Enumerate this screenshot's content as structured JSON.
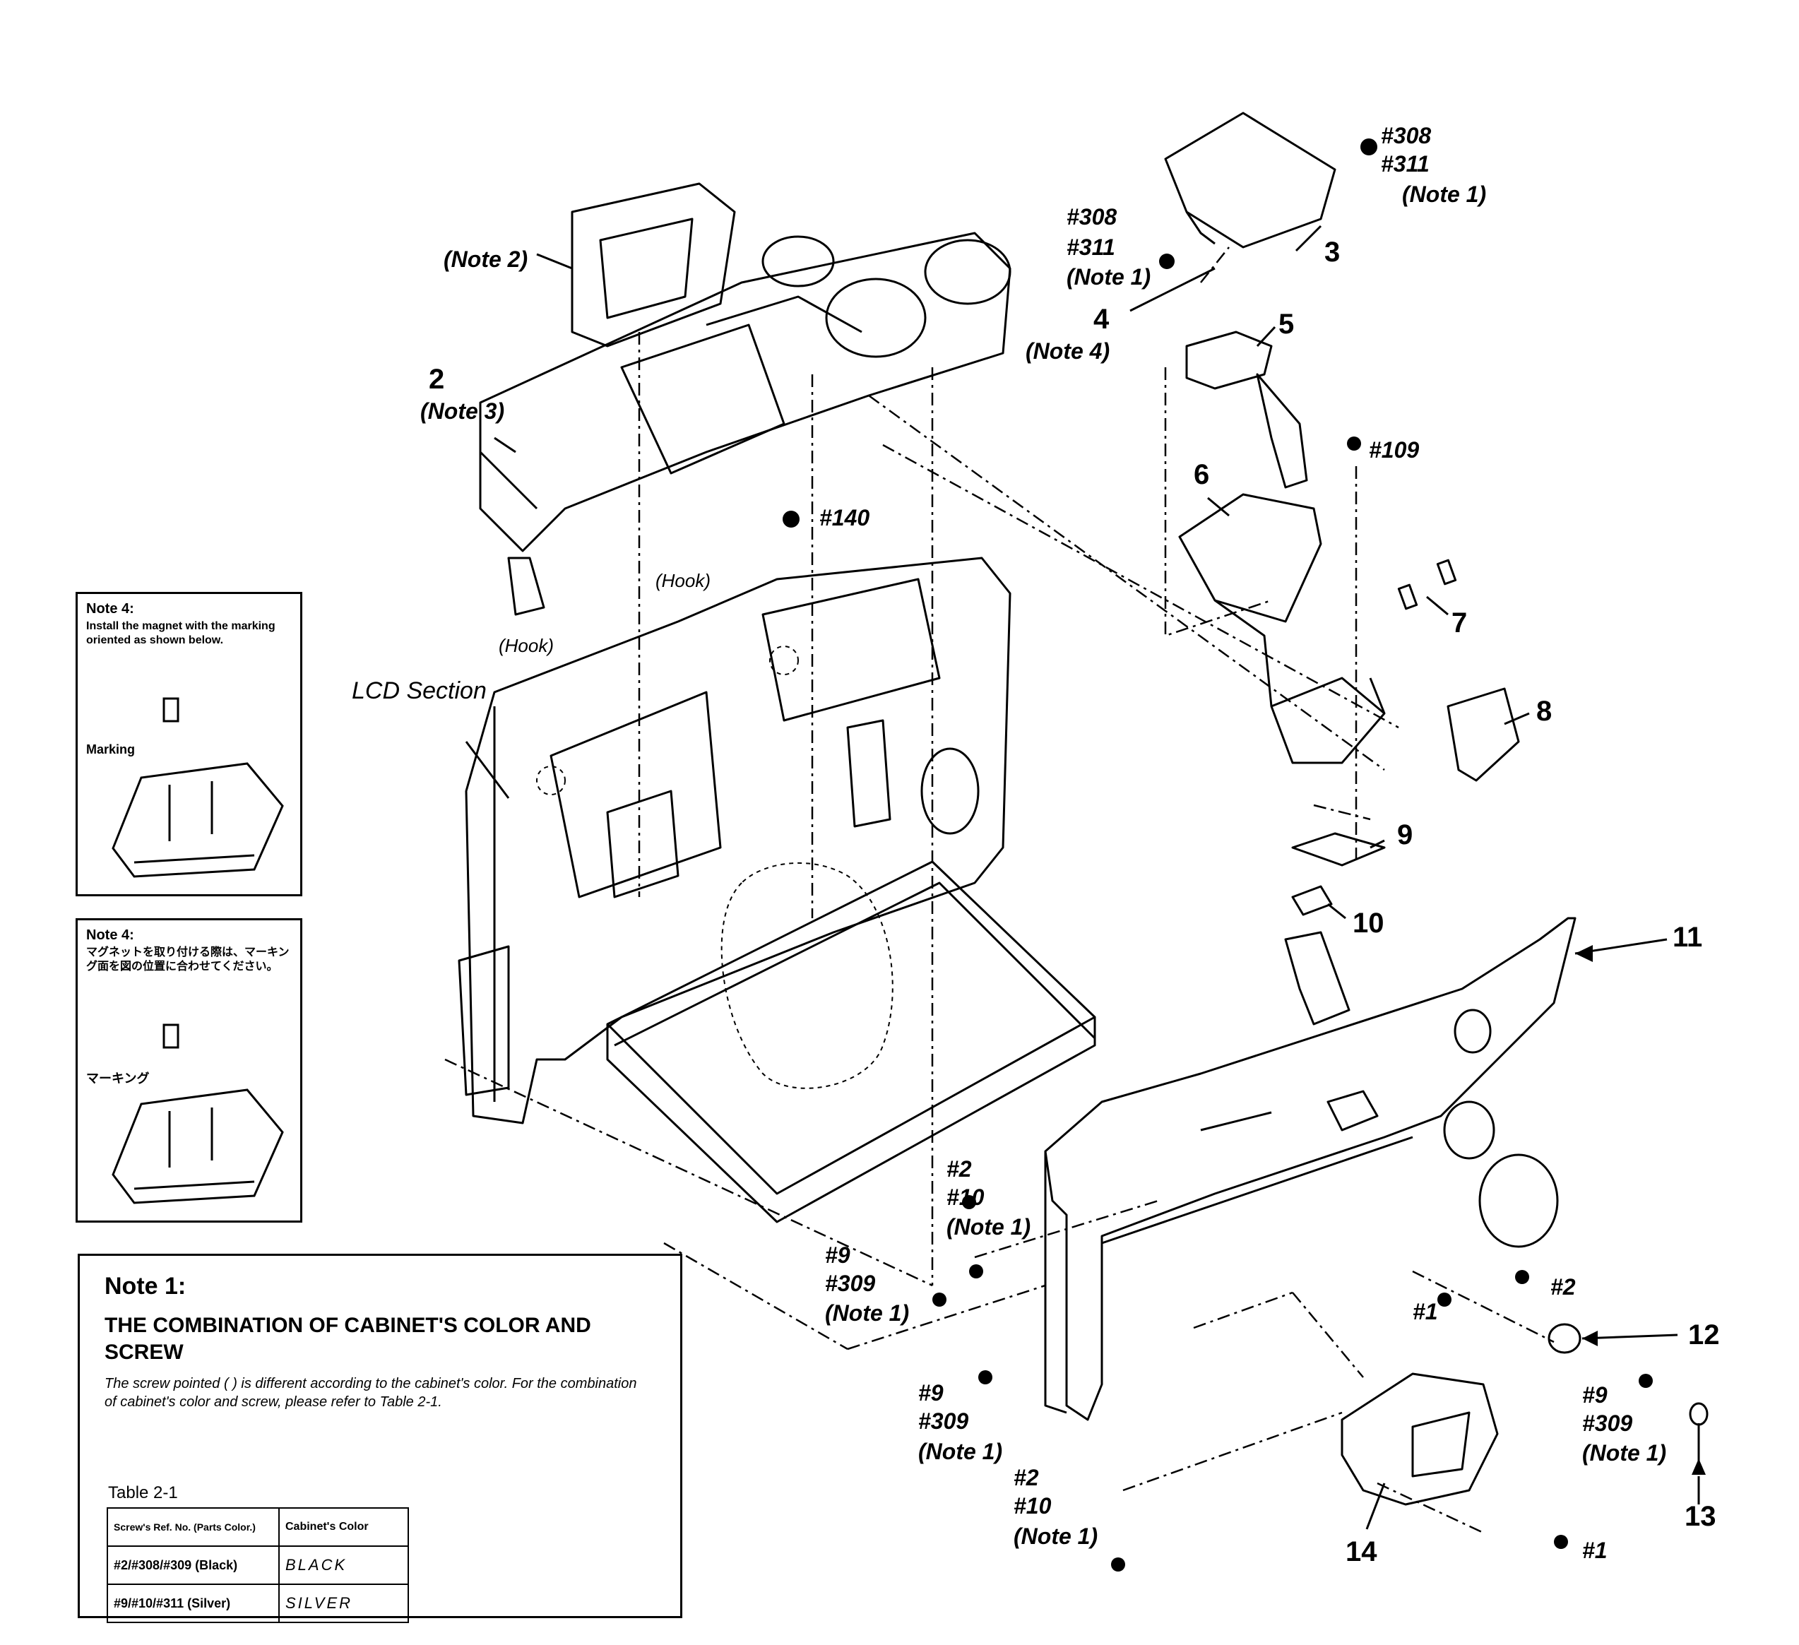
{
  "labels": {
    "n2": "2",
    "n3": "3",
    "n4": "4",
    "n5": "5",
    "n6": "6",
    "n7": "7",
    "n8": "8",
    "n9": "9",
    "n10": "10",
    "n11": "11",
    "n12": "12",
    "n13": "13",
    "n14": "14"
  },
  "notes": {
    "note2": "(Note 2)",
    "note3": "(Note 3)",
    "note4": "(Note 4)",
    "note1": "(Note 1)"
  },
  "screws": {
    "s308": "#308",
    "s311": "#311",
    "s109": "#109",
    "s140": "#140",
    "s1": "#1",
    "s2": "#2",
    "s9": "#9",
    "s10": "#10",
    "s309": "#309"
  },
  "section": {
    "lcd": "LCD Section",
    "hook": "(Hook)"
  },
  "note4_en": {
    "title": "Note 4:",
    "text": "Install the magnet with the marking oriented as shown below.",
    "marking": "Marking"
  },
  "note4_jp": {
    "title": "Note 4:",
    "text": "マグネットを取り付ける際は、マーキング面を図の位置に合わせてください。",
    "marking": "マーキング"
  },
  "note1": {
    "title": "Note 1:",
    "heading": "THE COMBINATION OF CABINET'S COLOR AND SCREW",
    "desc": "The screw pointed (  ) is different according to the cabinet's color. For the combination of cabinet's color and screw, please refer to Table 2-1.",
    "table_title": "Table 2-1",
    "table": {
      "header_left": "Screw's Ref. No. (Parts Color.)",
      "header_right": "Cabinet's Color",
      "rows": [
        {
          "screws": "#2/#308/#309 (Black)",
          "color": "BLACK"
        },
        {
          "screws": "#9/#10/#311 (Silver)",
          "color": "SILVER"
        }
      ]
    }
  }
}
